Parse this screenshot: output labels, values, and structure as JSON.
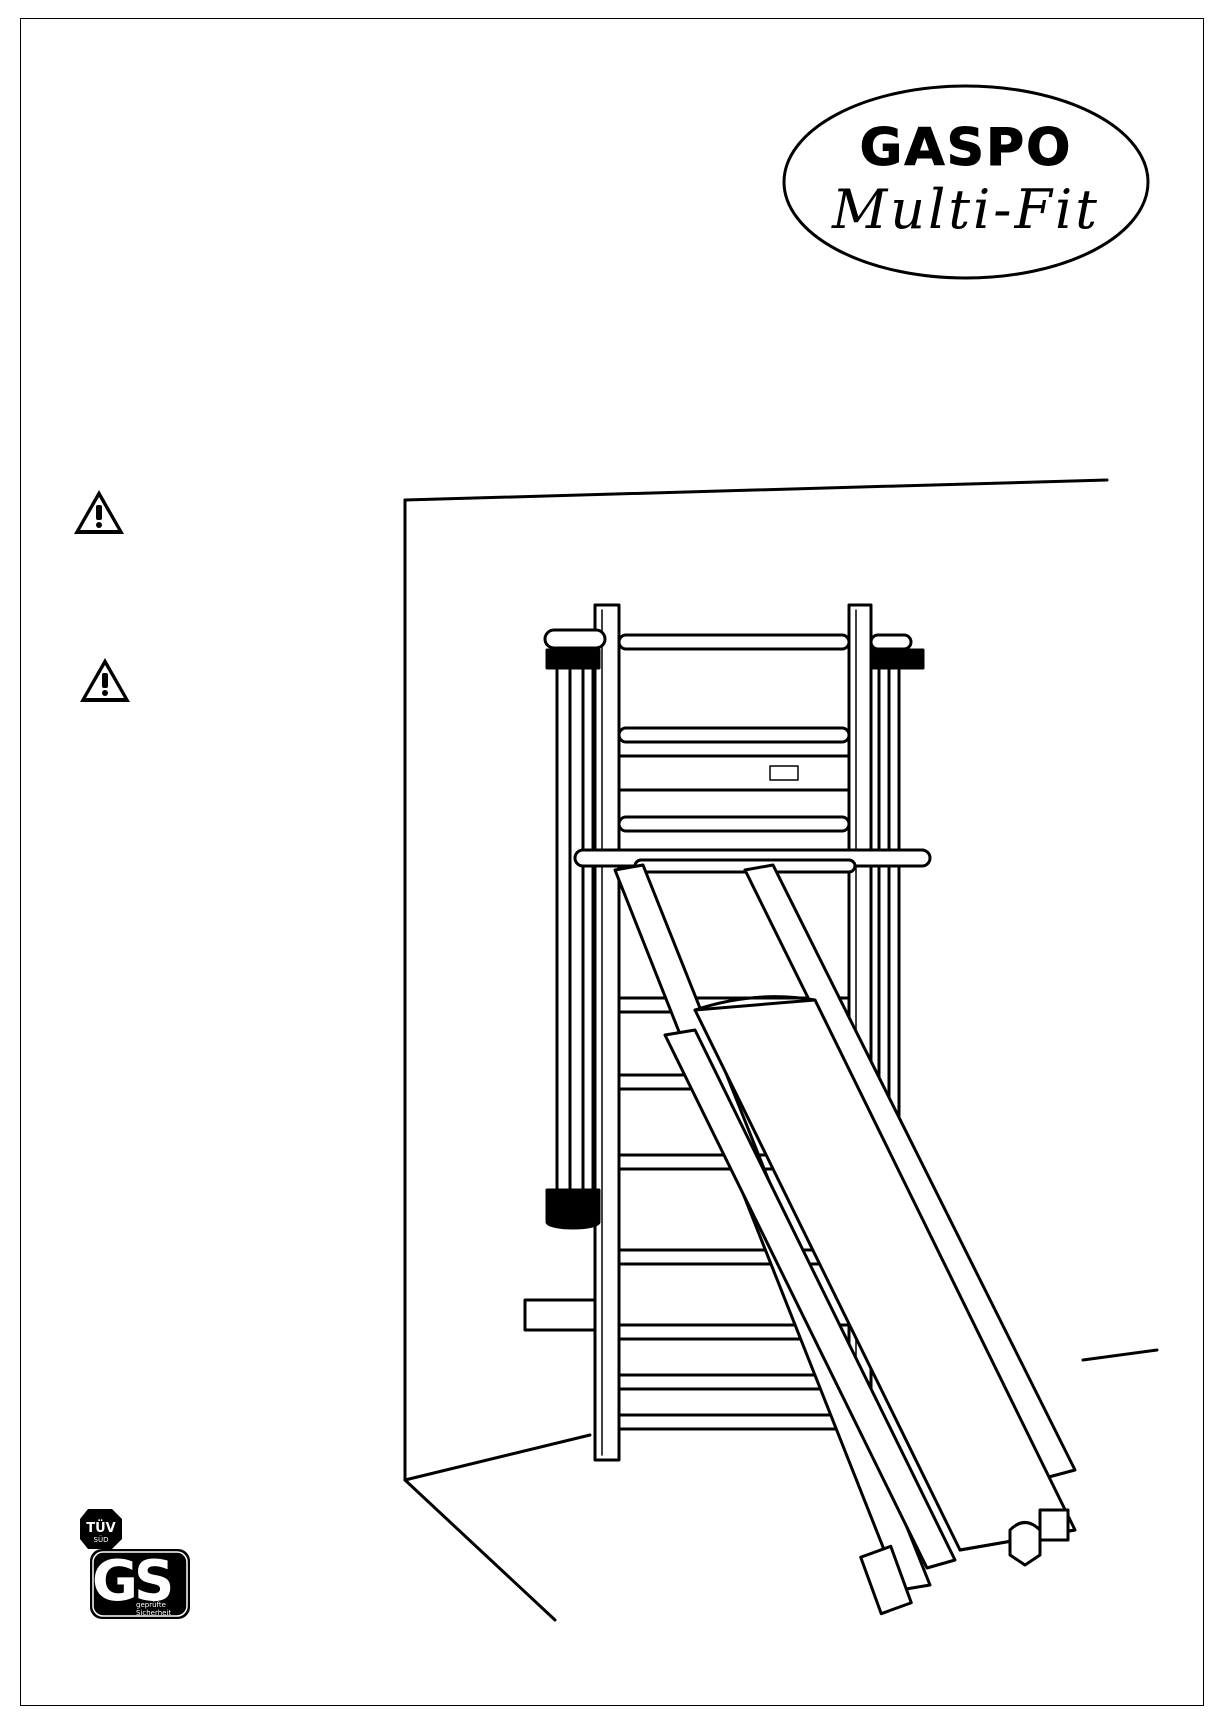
{
  "logo": {
    "brand": "GASPO",
    "product": "Multi-Fit"
  },
  "warnings": [
    {
      "icon": "warning-triangle-icon"
    },
    {
      "icon": "warning-triangle-icon"
    }
  ],
  "illustration": {
    "subject": "wall-bars-with-incline-bench"
  },
  "certification": {
    "tuv": "TÜV",
    "tuv_sub": "SÜD",
    "gs": "GS",
    "caption_line1": "geprüfte",
    "caption_line2": "Sicherheit"
  },
  "colors": {
    "ink": "#000000",
    "paper": "#ffffff"
  }
}
